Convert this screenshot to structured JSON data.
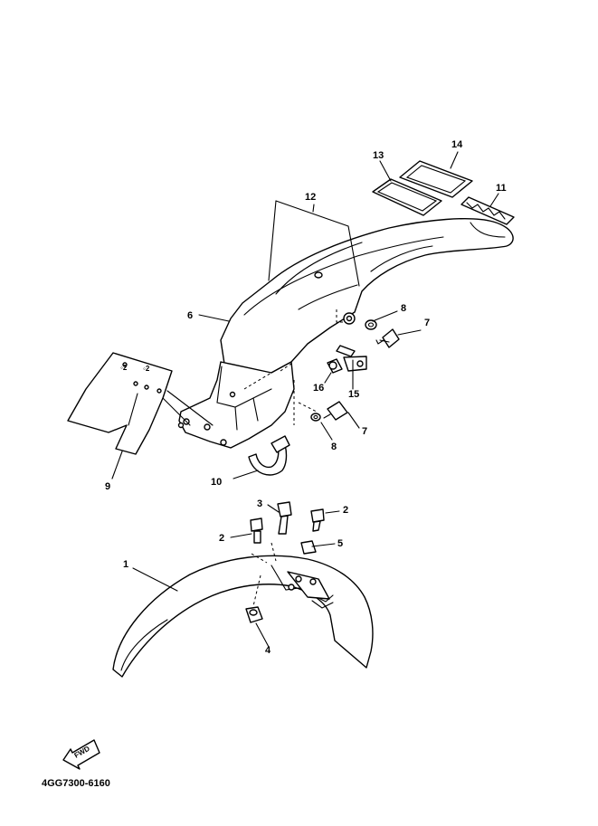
{
  "diagram_code": "4GG7300-6160",
  "fwd_label": "FWD",
  "callouts": {
    "c1": "1",
    "c2a": "2",
    "c2b": "2",
    "c3": "3",
    "c4": "4",
    "c5": "5",
    "c6": "6",
    "c7a": "7",
    "c7b": "7",
    "c8a": "8",
    "c8b": "8",
    "c9": "9",
    "c10": "10",
    "c11": "11",
    "c12": "12",
    "c13": "13",
    "c14": "14",
    "c15": "15",
    "c16": "16"
  }
}
